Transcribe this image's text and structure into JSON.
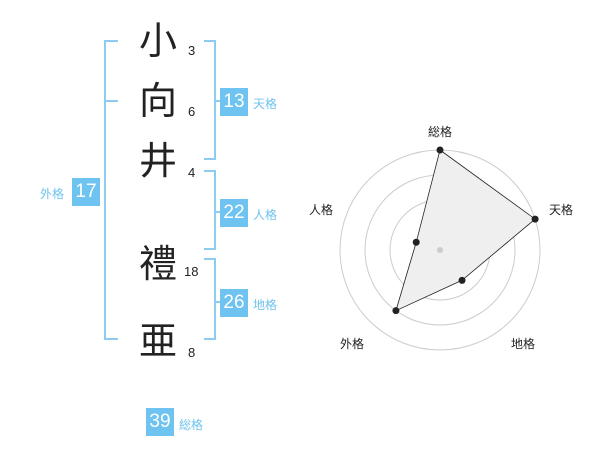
{
  "name_chars": [
    {
      "char": "小",
      "strokes": "3"
    },
    {
      "char": "向",
      "strokes": "6"
    },
    {
      "char": "井",
      "strokes": "4"
    },
    {
      "char": "禮",
      "strokes": "18"
    },
    {
      "char": "亜",
      "strokes": "8"
    }
  ],
  "fortunes": {
    "tenkaku": {
      "value": "13",
      "label": "天格"
    },
    "jinkaku": {
      "value": "22",
      "label": "人格"
    },
    "chikaku": {
      "value": "26",
      "label": "地格"
    },
    "gaikaku": {
      "value": "17",
      "label": "外格"
    },
    "soukaku": {
      "value": "39",
      "label": "総格"
    }
  },
  "colors": {
    "accent": "#6ec3f0",
    "bracket": "#8ecbf0",
    "polygon_fill": "#efefef",
    "ring": "#cccccc"
  },
  "chart_data": {
    "type": "radar",
    "axes": [
      "総格",
      "天格",
      "地格",
      "外格",
      "人格"
    ],
    "values": [
      4,
      4,
      1.5,
      3,
      1
    ],
    "rmax": 4,
    "rings": 4
  }
}
